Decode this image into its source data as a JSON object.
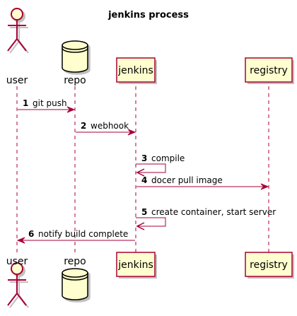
{
  "diagram": {
    "title": "jenkins process",
    "participants": [
      {
        "id": "user",
        "label": "user",
        "kind": "actor"
      },
      {
        "id": "repo",
        "label": "repo",
        "kind": "database"
      },
      {
        "id": "jenkins",
        "label": "jenkins",
        "kind": "participant"
      },
      {
        "id": "registry",
        "label": "registry",
        "kind": "participant"
      }
    ],
    "messages": [
      {
        "num": "1",
        "text": "git push",
        "from": "user",
        "to": "repo"
      },
      {
        "num": "2",
        "text": "webhook",
        "from": "repo",
        "to": "jenkins"
      },
      {
        "num": "3",
        "text": "compile",
        "from": "jenkins",
        "to": "jenkins"
      },
      {
        "num": "4",
        "text": "docer pull image",
        "from": "jenkins",
        "to": "registry"
      },
      {
        "num": "5",
        "text": "create container, start server",
        "from": "jenkins",
        "to": "jenkins"
      },
      {
        "num": "6",
        "text": "notify build complete",
        "from": "jenkins",
        "to": "user"
      }
    ],
    "colors": {
      "border": "#A80036",
      "fill": "#FEFECE",
      "arrow": "#A80036",
      "lifeline": "#A80036",
      "shadow": "#C0C0C0"
    }
  }
}
